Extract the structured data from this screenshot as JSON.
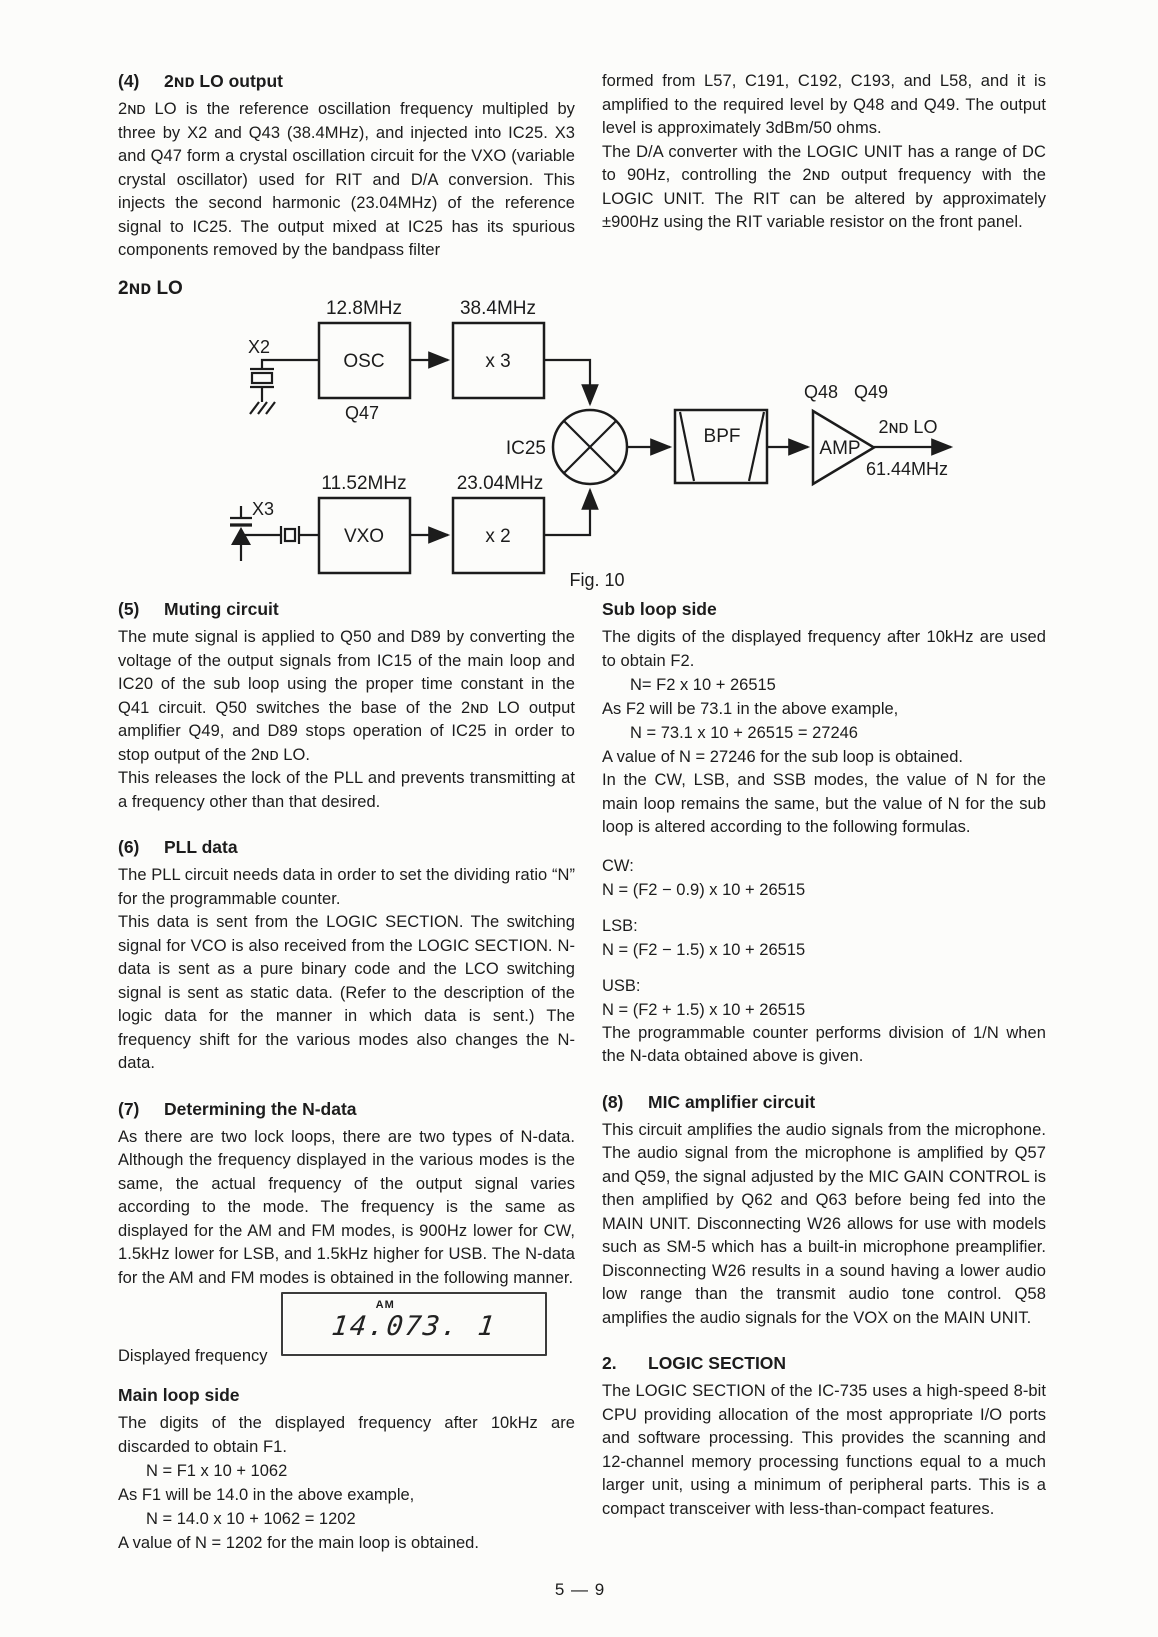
{
  "page_number": "5 — 9",
  "left_top": {
    "s4_num": "(4)",
    "s4_title": "2ɴᴅ LO output",
    "s4_body": "2ɴᴅ LO is the reference oscillation frequency multipled by three by X2 and Q43 (38.4MHz), and injected into IC25. X3 and Q47 form a crystal oscillation circuit for the VXO (variable crystal oscillator) used for RIT and D/A conversion. This injects the second harmonic (23.04MHz) of the reference signal to IC25. The output mixed at IC25 has its spurious components removed by the bandpass filter"
  },
  "right_top": {
    "p1": "formed from L57, C191, C192, C193, and L58, and it is amplified to the required level by Q48 and Q49. The output level is approximately 3dBm/50 ohms.",
    "p2": "The D/A converter with the LOGIC UNIT has a range of DC to 90Hz, controlling the 2ɴᴅ output frequency with the LOGIC UNIT. The RIT can be altered by approximately ±900Hz using the RIT variable resistor on the front panel."
  },
  "figure": {
    "title": "2ɴᴅ LO",
    "caption": "Fig. 10",
    "x2_ref": "X2",
    "x3_ref": "X3",
    "q47": "Q47",
    "ic25": "IC25",
    "q48": "Q48",
    "q49": "Q49",
    "osc_freq": "12.8MHz",
    "x3_freq": "38.4MHz",
    "vxo_freq": "11.52MHz",
    "x2_freq": "23.04MHz",
    "osc": "OSC",
    "x3": "x 3",
    "vxo": "VXO",
    "x2": "x 2",
    "bpf": "BPF",
    "amp": "AMP",
    "out_label": "2ɴᴅ LO",
    "out_freq": "61.44MHz"
  },
  "left_bottom": {
    "s5_num": "(5)",
    "s5_title": "Muting circuit",
    "s5_p1": "The mute signal is applied to Q50 and D89 by converting the voltage of the output signals from IC15 of the main loop and IC20 of the sub loop using the proper time constant in the Q41 circuit. Q50 switches the base of the 2ɴᴅ LO output amplifier Q49, and D89 stops operation of IC25 in order to stop output of the 2ɴᴅ LO.",
    "s5_p2": "This releases the lock of the PLL and prevents transmitting at a frequency other than that desired.",
    "s6_num": "(6)",
    "s6_title": "PLL data",
    "s6_p1": "The PLL circuit needs data in order to set the dividing ratio “N” for the programmable counter.",
    "s6_p2": "This data is sent from the LOGIC SECTION. The switching signal for VCO is also received from the LOGIC SECTION. N-data is sent as a pure binary code and the LCO switching signal is sent as static data. (Refer to the description of the logic data for the manner in which data is sent.) The frequency shift for the various modes also changes the N-data.",
    "s7_num": "(7)",
    "s7_title": "Determining the N-data",
    "s7_p1": "As there are two lock loops, there are two types of N-data. Although the frequency displayed in the various modes is the same, the actual frequency of the output signal varies according to the mode. The frequency is the same as displayed for the AM and FM modes, is 900Hz lower for CW, 1.5kHz lower for LSB, and 1.5kHz higher for USB. The N-data for the AM and FM modes is obtained in the following manner.",
    "display": {
      "label": "Displayed frequency",
      "mode": "AM",
      "value": "14.073. 1"
    },
    "main_loop": {
      "title": "Main loop side",
      "p1": "The digits of the displayed frequency after 10kHz are discarded to obtain F1.",
      "f1": "N = F1 x 10 + 1062",
      "l1": "As F1 will be 14.0 in the above example,",
      "f2": "N = 14.0 x 10 + 1062 = 1202",
      "l2": "A value of N = 1202 for the main loop is obtained."
    }
  },
  "right_bottom": {
    "sub_loop": {
      "title": "Sub loop side",
      "p1": "The digits of the displayed frequency after 10kHz are used to obtain F2.",
      "f1": "N= F2 x 10 + 26515",
      "l1": "As F2 will be 73.1 in the above example,",
      "f2": "N = 73.1 x 10 + 26515 = 27246",
      "l2": "A value of N = 27246 for the sub loop is obtained."
    },
    "p_modes": "In the CW, LSB, and SSB modes, the value of N for the main loop remains the same, but the value of N for the sub loop is altered according to the following formulas.",
    "cw_label": "CW:",
    "cw_formula": "N = (F2 − 0.9) x 10 + 26515",
    "lsb_label": "LSB:",
    "lsb_formula": "N = (F2 − 1.5) x 10 + 26515",
    "usb_label": "USB:",
    "usb_formula": "N = (F2 + 1.5) x 10 + 26515",
    "p_counter": "The programmable counter performs division of 1/N when the N-data obtained above is given.",
    "s8_num": "(8)",
    "s8_title": "MIC amplifier circuit",
    "s8_p1": "This circuit amplifies the audio signals from the microphone. The audio signal from the microphone is amplified by Q57 and Q59, the signal adjusted by the MIC GAIN CONTROL is then amplified by Q62 and Q63 before being fed into the MAIN UNIT. Disconnecting W26 allows for use with models such as SM-5 which has a built-in microphone preamplifier. Disconnecting W26 results in a sound having a lower audio low range than the transmit audio tone control. Q58 amplifies the audio signals for the VOX on the MAIN UNIT.",
    "s2_num": "2.",
    "s2_title": "LOGIC SECTION",
    "s2_p1": "The LOGIC SECTION of the IC-735 uses a high-speed 8-bit CPU providing allocation of the most appropriate I/O ports and software processing. This provides the scanning and 12-channel memory processing functions equal to a much larger unit, using a minimum of peripheral parts. This is a compact transceiver with less-than-compact features."
  }
}
